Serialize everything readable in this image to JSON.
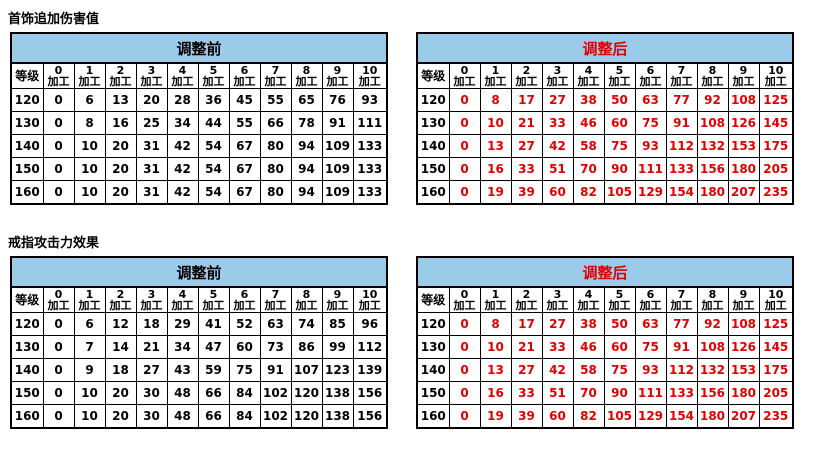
{
  "sections": [
    {
      "title": "首饰追加伤害值",
      "before": {
        "caption": "调整前",
        "level_header": "等级",
        "columns": [
          "0\n加工",
          "1\n加工",
          "2\n加工",
          "3\n加工",
          "4\n加工",
          "5\n加工",
          "6\n加工",
          "7\n加工",
          "8\n加工",
          "9\n加工",
          "10\n加工"
        ],
        "rows": [
          [
            "120",
            "0",
            "6",
            "13",
            "20",
            "28",
            "36",
            "45",
            "55",
            "65",
            "76",
            "93"
          ],
          [
            "130",
            "0",
            "8",
            "16",
            "25",
            "34",
            "44",
            "55",
            "66",
            "78",
            "91",
            "111"
          ],
          [
            "140",
            "0",
            "10",
            "20",
            "31",
            "42",
            "54",
            "67",
            "80",
            "94",
            "109",
            "133"
          ],
          [
            "150",
            "0",
            "10",
            "20",
            "31",
            "42",
            "54",
            "67",
            "80",
            "94",
            "109",
            "133"
          ],
          [
            "160",
            "0",
            "10",
            "20",
            "31",
            "42",
            "54",
            "67",
            "80",
            "94",
            "109",
            "133"
          ]
        ]
      },
      "after": {
        "caption": "调整后",
        "level_header": "等级",
        "rows": [
          [
            "120",
            "0",
            "8",
            "17",
            "27",
            "38",
            "50",
            "63",
            "77",
            "92",
            "108",
            "125"
          ],
          [
            "130",
            "0",
            "10",
            "21",
            "33",
            "46",
            "60",
            "75",
            "91",
            "108",
            "126",
            "145"
          ],
          [
            "140",
            "0",
            "13",
            "27",
            "42",
            "58",
            "75",
            "93",
            "112",
            "132",
            "153",
            "175"
          ],
          [
            "150",
            "0",
            "16",
            "33",
            "51",
            "70",
            "90",
            "111",
            "133",
            "156",
            "180",
            "205"
          ],
          [
            "160",
            "0",
            "19",
            "39",
            "60",
            "82",
            "105",
            "129",
            "154",
            "180",
            "207",
            "235"
          ]
        ]
      }
    },
    {
      "title": "戒指攻击力效果",
      "before": {
        "caption": "调整前",
        "level_header": "等级",
        "rows": [
          [
            "120",
            "0",
            "6",
            "12",
            "18",
            "29",
            "41",
            "52",
            "63",
            "74",
            "85",
            "96"
          ],
          [
            "130",
            "0",
            "7",
            "14",
            "21",
            "34",
            "47",
            "60",
            "73",
            "86",
            "99",
            "112"
          ],
          [
            "140",
            "0",
            "9",
            "18",
            "27",
            "43",
            "59",
            "75",
            "91",
            "107",
            "123",
            "139"
          ],
          [
            "150",
            "0",
            "10",
            "20",
            "30",
            "48",
            "66",
            "84",
            "102",
            "120",
            "138",
            "156"
          ],
          [
            "160",
            "0",
            "10",
            "20",
            "30",
            "48",
            "66",
            "84",
            "102",
            "120",
            "138",
            "156"
          ]
        ]
      },
      "after": {
        "caption": "调整后",
        "level_header": "等级",
        "rows": [
          [
            "120",
            "0",
            "8",
            "17",
            "27",
            "38",
            "50",
            "63",
            "77",
            "92",
            "108",
            "125"
          ],
          [
            "130",
            "0",
            "10",
            "21",
            "33",
            "46",
            "60",
            "75",
            "91",
            "108",
            "126",
            "145"
          ],
          [
            "140",
            "0",
            "13",
            "27",
            "42",
            "58",
            "75",
            "93",
            "112",
            "132",
            "153",
            "175"
          ],
          [
            "150",
            "0",
            "16",
            "33",
            "51",
            "70",
            "90",
            "111",
            "133",
            "156",
            "180",
            "205"
          ],
          [
            "160",
            "0",
            "19",
            "39",
            "60",
            "82",
            "105",
            "129",
            "154",
            "180",
            "207",
            "235"
          ]
        ]
      }
    }
  ],
  "column_numbers": [
    "0",
    "1",
    "2",
    "3",
    "4",
    "5",
    "6",
    "7",
    "8",
    "9",
    "10"
  ],
  "column_suffix": "加工"
}
